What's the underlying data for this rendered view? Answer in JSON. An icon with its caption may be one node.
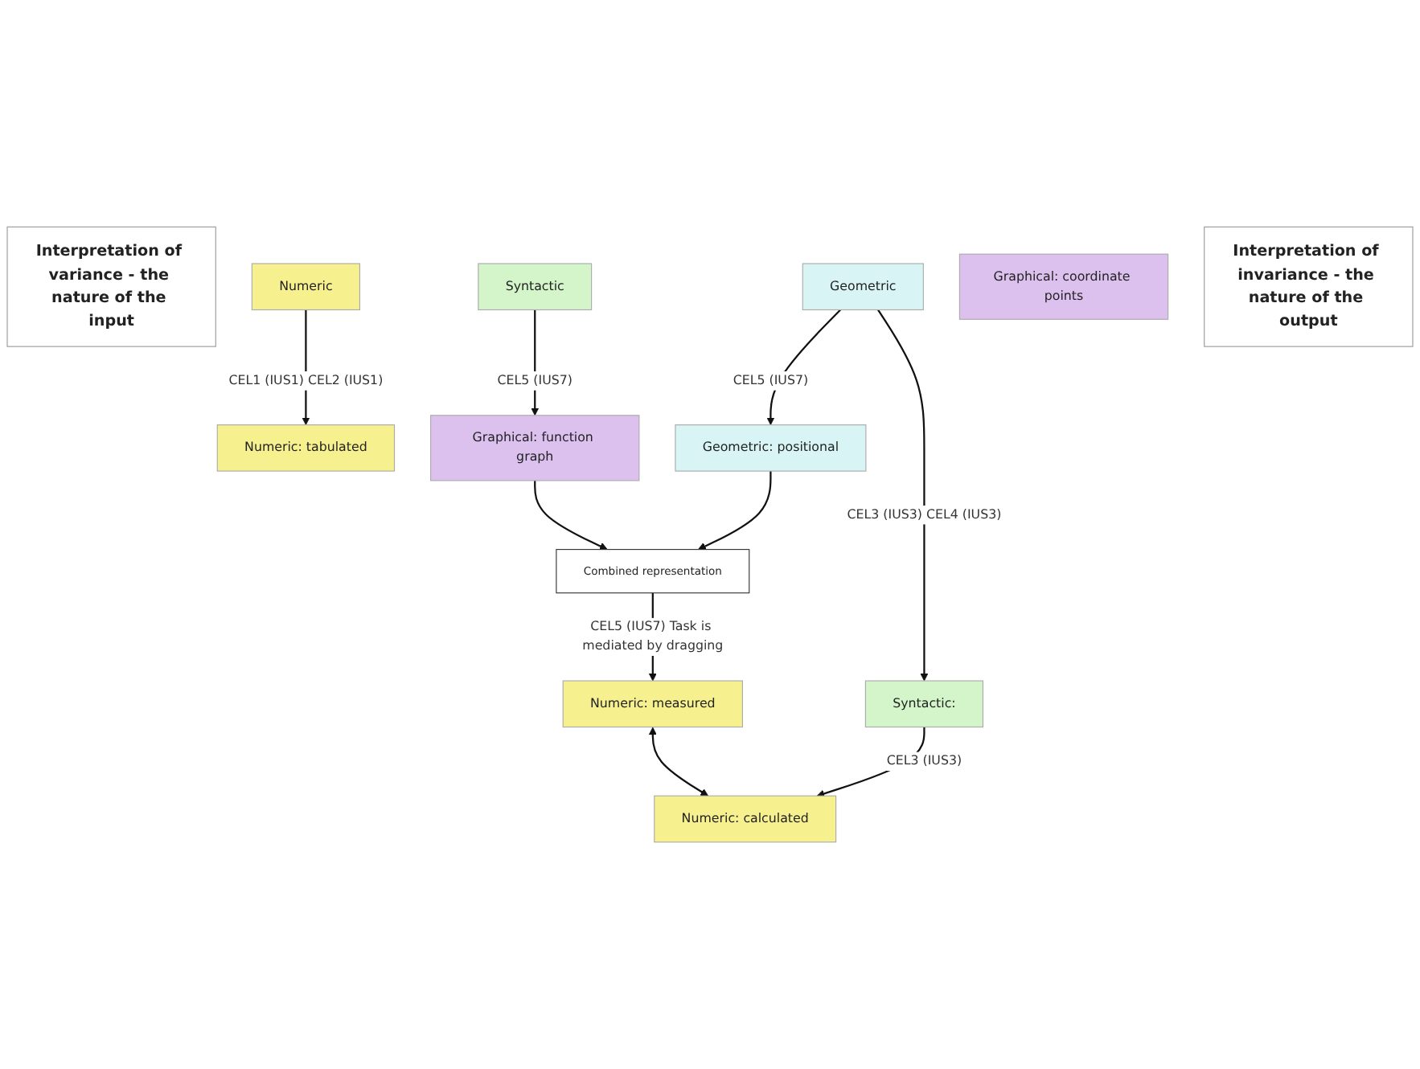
{
  "diagram": {
    "nodes": [
      {
        "text": [
          "Interpretation of variance - the nature of the input"
        ]
      },
      {
        "text": [
          "Numeric"
        ]
      },
      {
        "text": [
          "Syntactic"
        ]
      },
      {
        "text": [
          "Geometric"
        ]
      },
      {
        "text": [
          "Numeric: measured"
        ]
      },
      {
        "text": [
          "Numeric: calculated"
        ]
      },
      {
        "text": [
          "Numeric: tabulated"
        ]
      },
      {
        "text": [
          "Syntactic:"
        ]
      },
      {
        "text": [
          "Graphical: coordinate points"
        ]
      },
      {
        "text": [
          "Graphical: function graph"
        ]
      },
      {
        "text": [
          "Geometric: positional"
        ]
      },
      {
        "text": [
          "Combined representation"
        ]
      },
      {
        "text": [
          "Interpretation of invariance - the nature of the output"
        ]
      }
    ],
    "edges": [
      {
        "from": 1,
        "to": 6,
        "arrow": "to",
        "label": "CEL1 (IUS1) CEL2 (IUS1)"
      },
      {
        "from": 2,
        "to": 9,
        "arrow": "to",
        "label": "CEL5 (IUS7)"
      },
      {
        "from": 3,
        "to": 7,
        "arrow": "to",
        "label": "CEL3 (IUS3) CEL4 (IUS3)"
      },
      {
        "from": 3,
        "to": 10,
        "arrow": "to",
        "label": "CEL5 (IUS7)"
      },
      {
        "from": 4,
        "to": 5,
        "arrow": "both"
      },
      {
        "from": 7,
        "to": 5,
        "arrow": "to",
        "label": "CEL3 (IUS3)"
      },
      {
        "from": 9,
        "to": 11,
        "arrow": "to"
      },
      {
        "from": 10,
        "to": 11,
        "arrow": "to"
      },
      {
        "from": 11,
        "to": 4,
        "arrow": "to",
        "label": "CEL5 (IUS7) Task is mediated by dragging"
      }
    ]
  }
}
